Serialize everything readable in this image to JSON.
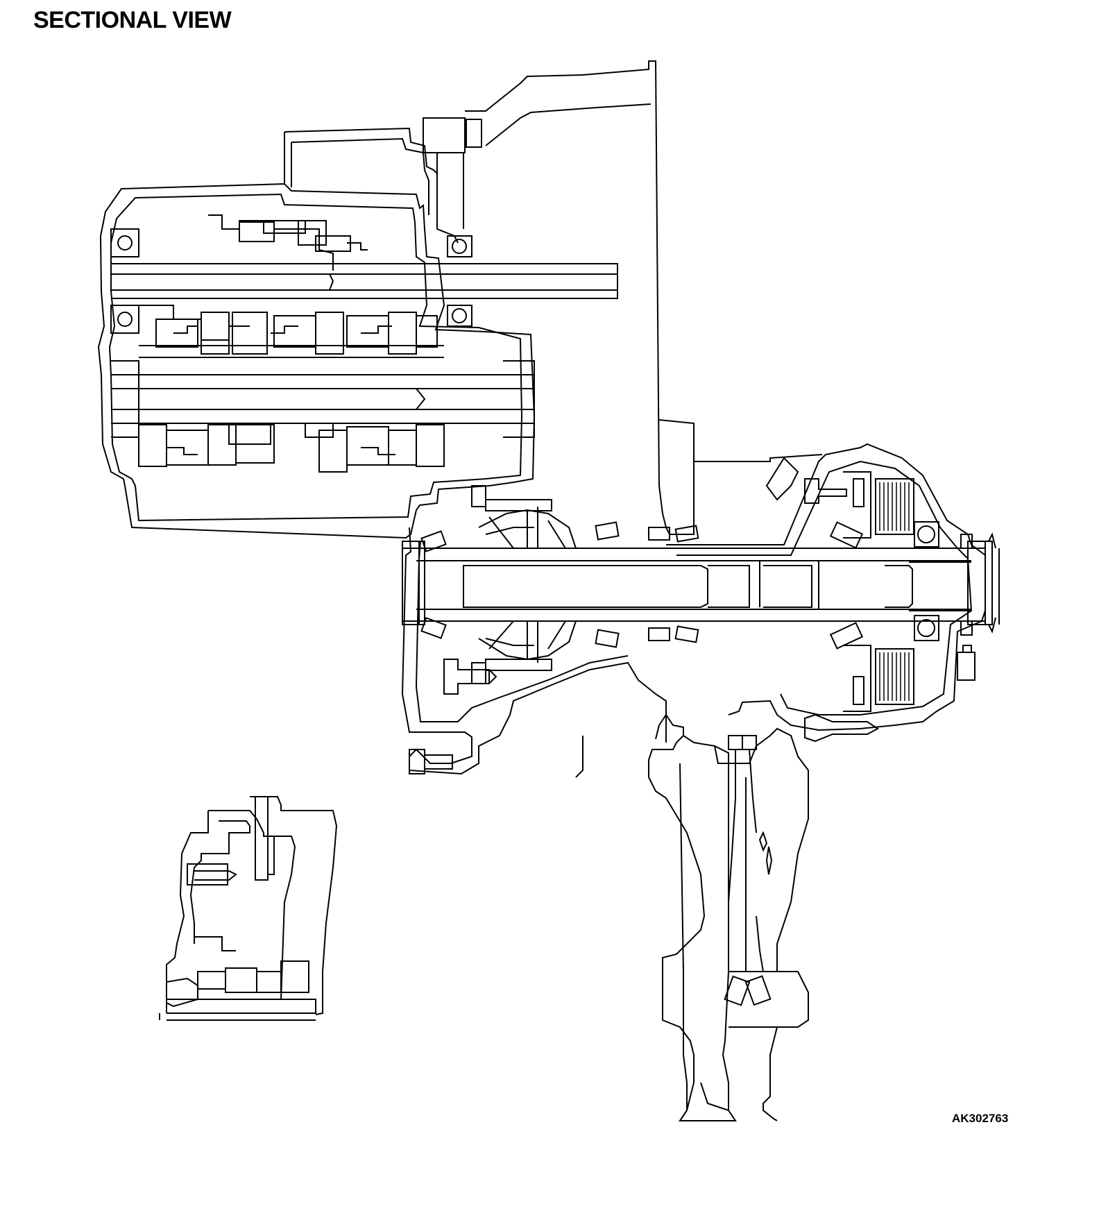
{
  "header": {
    "title": "SECTIONAL VIEW"
  },
  "footer": {
    "figure_id": "AK302763"
  },
  "drawing": {
    "subject": "transaxle-sectional-view",
    "line_color": "#000000",
    "background": "#ffffff"
  }
}
